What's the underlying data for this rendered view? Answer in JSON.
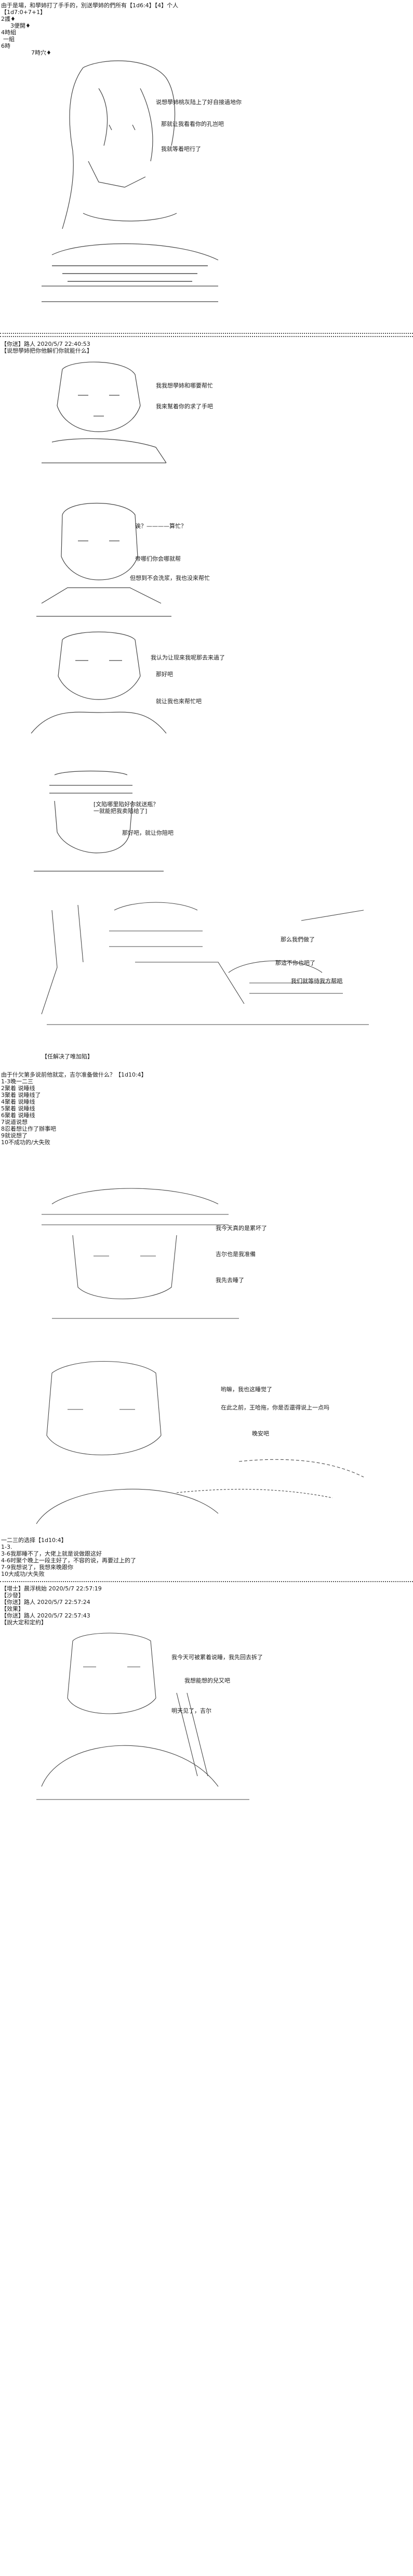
{
  "panel1": {
    "head": [
      "由于是場，和學姉打了手手的，別送學姉的們所有【1d6:4】【4】个人",
      "【1d7:0+7+1】",
      "2護♦",
      "3便開♦",
      "4時組",
      "一組",
      "6時",
      "7時穴♦"
    ],
    "speech": [
      "说想學姉桃灰陆上了好自接過地你",
      "那就让我看看你的孔岂吧",
      "我就等着吧行了"
    ]
  },
  "panel2": {
    "head": [
      "【你送】路人 2020/5/7 22:40:53",
      "【说想學姉把你他解们你就能什么】"
    ],
    "speech": [
      "我我想學姉和哪要帮忙",
      "我來幫着你的求了手吧"
    ]
  },
  "panel3": {
    "speech": [
      "诶？————算忙？",
      "帝哪们你会哪就帮",
      "但想到不会洗浆，我也没來帮忙"
    ]
  },
  "panel4": {
    "speech": [
      "我认为让现來我呢那去来過了",
      "那好吧",
      "就让我也來帮忙吧"
    ]
  },
  "panel5": {
    "speech": [
      "[文陷哪里陷好你就送瓶？",
      "一就能把我卖陷给了]",
      "那好吧，就让你陪吧"
    ]
  },
  "panel6": {
    "speech": [
      "那么我們做了",
      "那這不你也吧了",
      "我们就等待我方帮吧"
    ]
  },
  "panel7": {
    "head": [
      "【任解决了唯加陷】",
      "",
      "由于什欠第多说前他就定，吉尔准备做什么？【1d10:4】",
      "1-3晚一二三",
      "2聚着 说睡线",
      "3聚着 说睡线了",
      "4聚着 说睡线",
      "5聚着 说睡线",
      "6聚着 说睡线",
      "7说道说想",
      "8忍着想让作了辦事吧",
      "9就说想了",
      "10不成功的/大失败"
    ],
    "speech": [
      "我今天真的是累坏了",
      "吉尔也是我准備",
      "我先去睡了"
    ]
  },
  "panel8": {
    "speech": [
      "哟嘛，我也这睡觉了",
      "在此之前，王哈拖，你是否還得说上一点吗",
      "晚安吧"
    ],
    "foot": [
      "一二三的选择【1d10:4】",
      "1-3.",
      "3-6我那睡不了，大佬上就是说做跟这好",
      "4-6时聚个晚上一段主好了，不容的说，再要过上的了",
      "7-9我想说了，我想來晚跟你",
      "10大成功/大失败"
    ]
  },
  "panel9": {
    "head": [
      "【增士】晨浮桃始 2020/5/7 22:57:19",
      "【沙發】",
      "【你送】路人 2020/5/7 22:57:24",
      "【效果】",
      "【你送】路人 2020/5/7 22:57:43",
      "【說大定和定約】"
    ],
    "speech": [
      "我今天可被累着说睡，我先回去拆了",
      "我想能想的兒又吧",
      "明天见了，吉尔"
    ]
  }
}
